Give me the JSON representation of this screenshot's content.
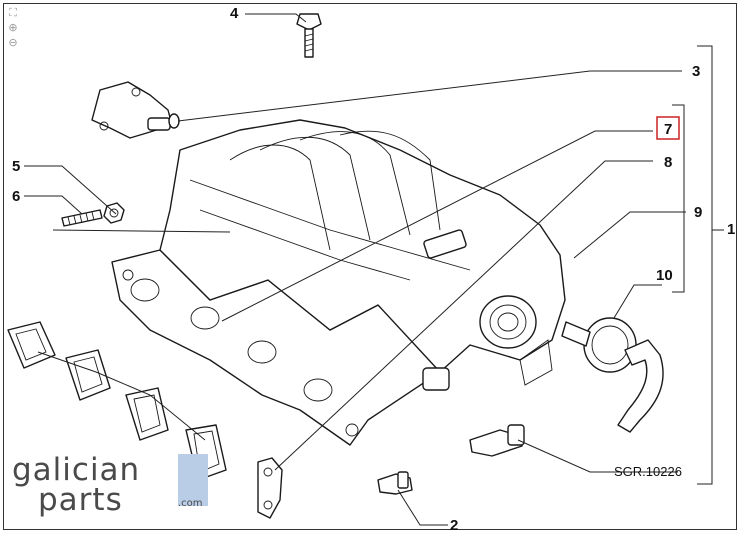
{
  "toolbar": [
    {
      "name": "fit-icon",
      "glyph": "⛶"
    },
    {
      "name": "zoom-in-icon",
      "glyph": "⊕"
    },
    {
      "name": "zoom-out-icon",
      "glyph": "⊖"
    }
  ],
  "callouts": {
    "c1": "1",
    "c2": "2",
    "c3": "3",
    "c4": "4",
    "c5": "5",
    "c6": "6",
    "c7": "7",
    "c8": "8",
    "c9": "9",
    "c10": "10"
  },
  "highlight_color": "#cc2222",
  "reference": "SGR.10226",
  "logo": {
    "line1": "galician",
    "line2": "parts",
    "suffix": ".com",
    "accent": "#b9cde6"
  }
}
